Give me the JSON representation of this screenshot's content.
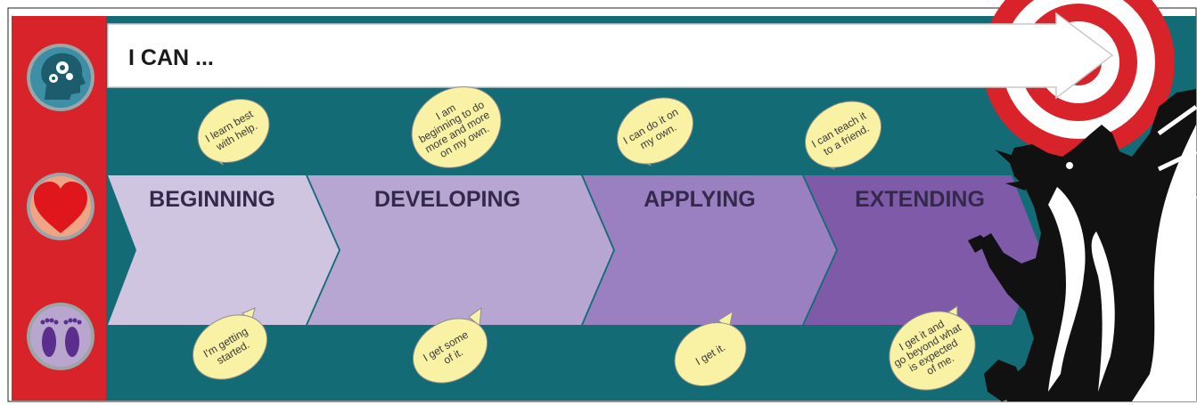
{
  "banner": {
    "title": "I CAN ..."
  },
  "sidebar": {
    "icons": [
      {
        "name": "brain-gears-icon",
        "bg": "#3d8fa6"
      },
      {
        "name": "heart-icon",
        "bg": "#f0a486"
      },
      {
        "name": "footprints-icon",
        "bg": "#b8a6cf"
      }
    ]
  },
  "stages": [
    {
      "label": "BEGINNING",
      "color": "#d0c5e1",
      "top_bubble": [
        "I learn best",
        "with help."
      ],
      "bottom_bubble": [
        "I'm getting",
        "started."
      ]
    },
    {
      "label": "DEVELOPING",
      "color": "#b7a6d2",
      "top_bubble": [
        "I am",
        "beginning to do",
        "more and more",
        "on my own."
      ],
      "bottom_bubble": [
        "I get some",
        "of it."
      ]
    },
    {
      "label": "APPLYING",
      "color": "#9a80c0",
      "top_bubble": [
        "I can do it on",
        "my own."
      ],
      "bottom_bubble": [
        "I get it."
      ]
    },
    {
      "label": "EXTENDING",
      "color": "#7f5aa8",
      "top_bubble": [
        "I can teach it",
        "to a friend."
      ],
      "bottom_bubble": [
        "I get it and",
        "go beyond what",
        "is expected",
        "of me."
      ]
    }
  ],
  "colors": {
    "teal": "#136c75",
    "red": "#d8232a",
    "bubble_fill": "#f9f1a4",
    "bubble_stroke": "#8c8c8c",
    "dragon_black": "#111111",
    "target_red": "#d8232a"
  }
}
